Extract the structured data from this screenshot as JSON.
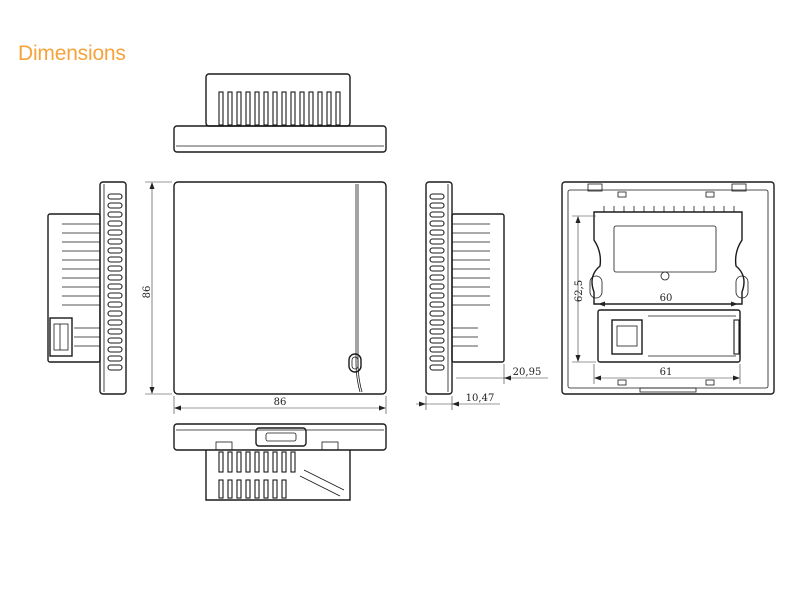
{
  "page": {
    "title": "Dimensions",
    "accent_color": "#f5a33c"
  },
  "dimensions": {
    "front_height": "86",
    "front_width": "86",
    "depth_total": "20,95",
    "depth_body": "10,47",
    "rear_height": "62,5",
    "rear_width_upper": "60",
    "rear_width_lower": "61"
  }
}
